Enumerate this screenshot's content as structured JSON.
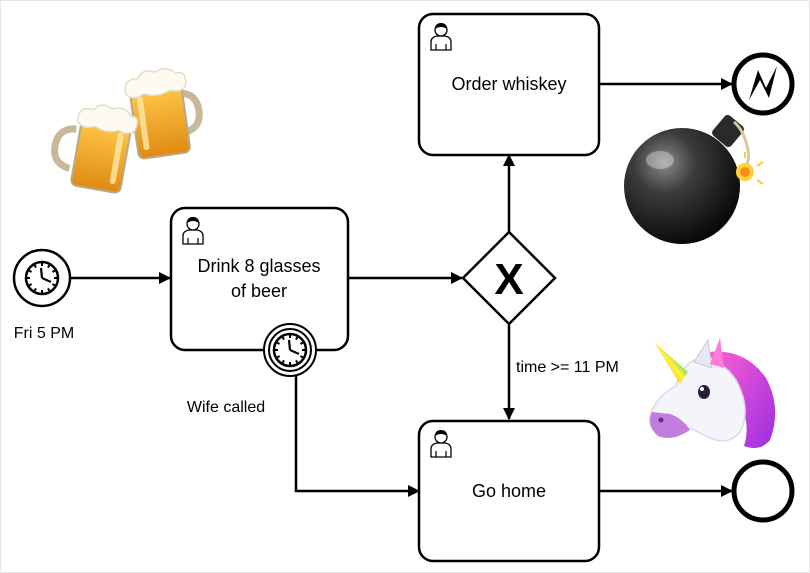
{
  "start_event": {
    "label": "Fri 5 PM",
    "icon": "clock-icon"
  },
  "tasks": {
    "drink": {
      "line1": "Drink 8 glasses",
      "line2": "of beer",
      "icon": "user-icon"
    },
    "whiskey": {
      "label": "Order whiskey",
      "icon": "user-icon"
    },
    "home": {
      "label": "Go home",
      "icon": "user-icon"
    }
  },
  "boundary_event": {
    "label": "Wife called",
    "icon": "clock-icon"
  },
  "gateway": {
    "symbol": "X",
    "type": "exclusive-gateway"
  },
  "flows": {
    "to_home_condition": "time >= 11 PM"
  },
  "end_events": {
    "whiskey_end": "error-end-event",
    "home_end": "plain-end-event"
  },
  "decorations": [
    "beer-mugs-icon",
    "bomb-icon",
    "unicorn-icon"
  ],
  "colors": {
    "stroke": "#000000",
    "background": "#ffffff",
    "frame": "#e6e6e6"
  }
}
